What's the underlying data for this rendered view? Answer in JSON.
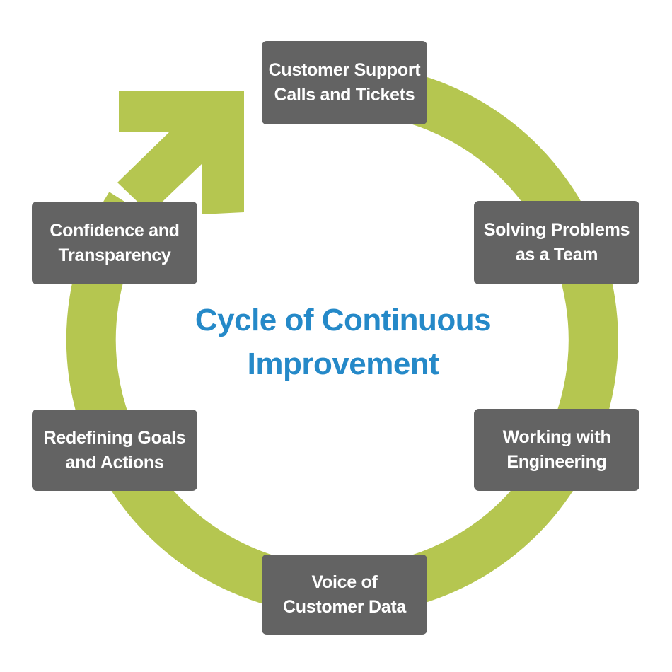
{
  "diagram": {
    "title": "Cycle of Continuous\nImprovement",
    "colors": {
      "ring": "#b5c650",
      "box": "#636363",
      "box_text": "#ffffff",
      "title": "#2589c8"
    },
    "steps": [
      {
        "label": "Customer Support\nCalls and Tickets"
      },
      {
        "label": "Solving Problems\nas a Team"
      },
      {
        "label": "Working with\nEngineering"
      },
      {
        "label": "Voice of\nCustomer Data"
      },
      {
        "label": "Redefining Goals\nand Actions"
      },
      {
        "label": "Confidence and\nTransparency"
      }
    ]
  }
}
